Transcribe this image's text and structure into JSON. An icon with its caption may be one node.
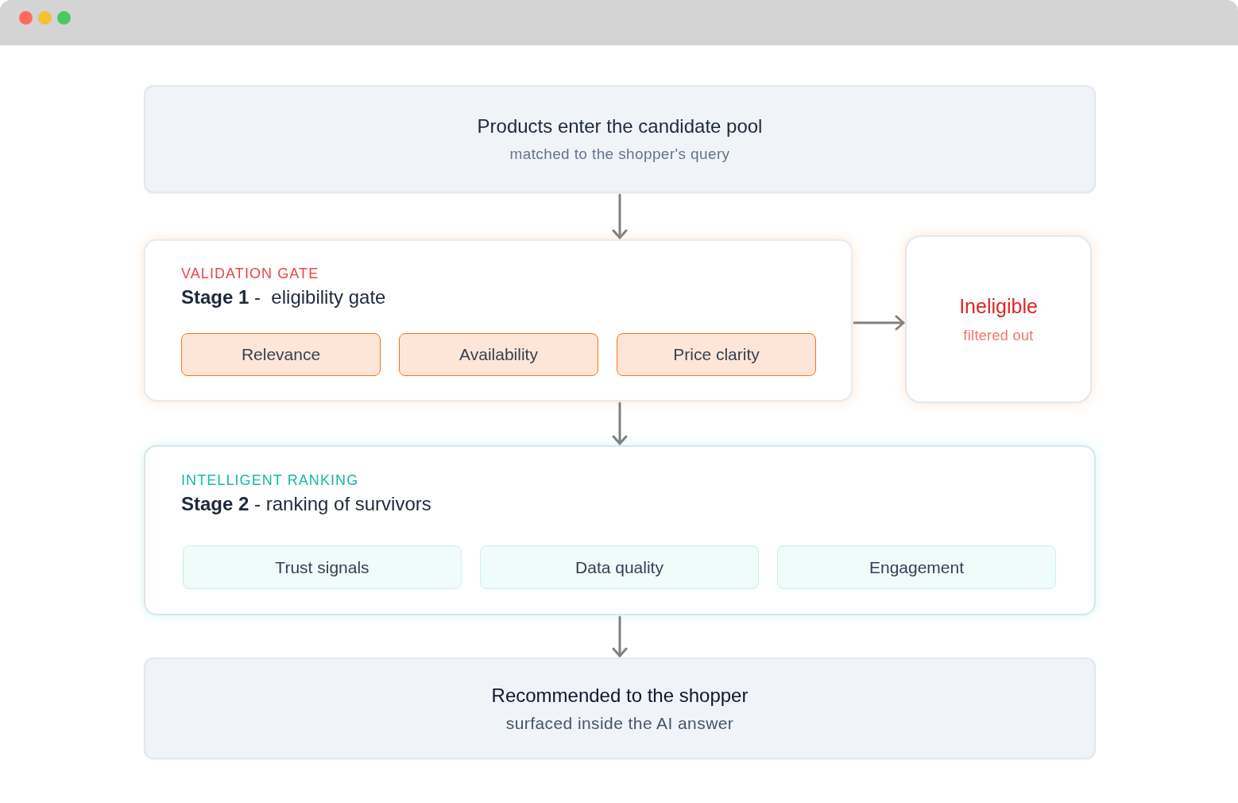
{
  "diagram": {
    "nodes": [
      {
        "text": [
          "Products enter the candidate pool",
          "matched to the shopper's query"
        ]
      },
      {
        "text": [
          "VALIDATION GATE",
          "**Stage 1** -  eligibility gate"
        ]
      },
      {
        "text": [
          "Relevance"
        ],
        "in": 1
      },
      {
        "text": [
          "Availability"
        ],
        "in": 1
      },
      {
        "text": [
          "Price clarity"
        ],
        "in": 1
      },
      {
        "text": [
          "Ineligible",
          "filtered out"
        ]
      },
      {
        "text": [
          "INTELLIGENT RANKING",
          "**Stage 2** - ranking of survivors"
        ]
      },
      {
        "text": [
          "Trust signals"
        ],
        "in": 6
      },
      {
        "text": [
          "Data quality"
        ],
        "in": 6
      },
      {
        "text": [
          "Engagement"
        ],
        "in": 6
      },
      {
        "text": [
          "Recommended to the shopper",
          "surfaced inside the AI answer"
        ]
      }
    ],
    "edges": [
      {
        "from": 0,
        "to": 1,
        "arrow": "to"
      },
      {
        "from": 1,
        "to": 5,
        "arrow": "to"
      },
      {
        "from": 1,
        "to": 6,
        "arrow": "to"
      },
      {
        "from": 6,
        "to": 10,
        "arrow": "to"
      }
    ]
  }
}
